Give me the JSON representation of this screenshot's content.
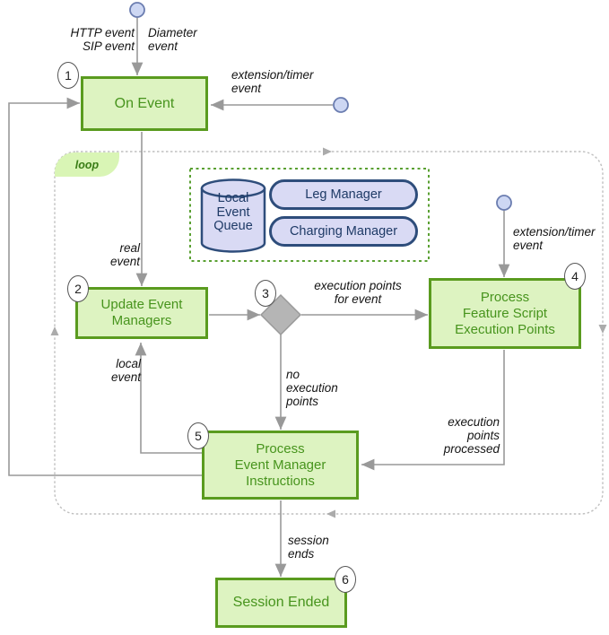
{
  "title": "Event processing loop diagram",
  "loop_label": "loop",
  "nodes": {
    "on_event": {
      "badge": "1",
      "label": "On Event"
    },
    "update_event_managers": {
      "badge": "2",
      "lines": [
        "Update Event",
        "Managers"
      ]
    },
    "decision": {
      "badge": "3"
    },
    "process_feature_script": {
      "badge": "4",
      "lines": [
        "Process",
        "Feature Script",
        "Execution Points"
      ]
    },
    "process_event_manager": {
      "badge": "5",
      "lines": [
        "Process",
        "Event Manager",
        "Instructions"
      ]
    },
    "session_ended": {
      "badge": "6",
      "label": "Session Ended"
    }
  },
  "managers": {
    "local_event_queue": {
      "lines": [
        "Local",
        "Event",
        "Queue"
      ]
    },
    "leg_manager": "Leg Manager",
    "charging_manager": "Charging Manager"
  },
  "edge_labels": {
    "http_sip": [
      "HTTP event",
      "SIP event"
    ],
    "diameter": [
      "Diameter",
      "event"
    ],
    "ext_timer_top": [
      "extension/timer",
      "event"
    ],
    "ext_timer_right": [
      "extension/timer",
      "event"
    ],
    "real_event": [
      "real",
      "event"
    ],
    "local_event": [
      "local",
      "event"
    ],
    "exec_points_for_event": [
      "execution points",
      "for event"
    ],
    "no_exec_points": [
      "no",
      "execution",
      "points"
    ],
    "exec_points_processed": [
      "execution",
      "points",
      "processed"
    ],
    "session_ends": [
      "session",
      "ends"
    ]
  },
  "colors": {
    "task_border": "#5a9b1f",
    "task_fill": "#ddf3c1",
    "task_text": "#47941d",
    "manager_border": "#2e4d7b",
    "manager_fill": "#d9daf4",
    "manager_text": "#1e3a66",
    "loop_tab_fill": "#d9f5b5",
    "loop_border": "#bfbfbf",
    "dashed_group_border": "#5aa032",
    "connector": "#999999",
    "decision_fill": "#b5b5b5",
    "start_node_fill": "#cdd7f3",
    "start_node_border": "#6b7db0"
  }
}
